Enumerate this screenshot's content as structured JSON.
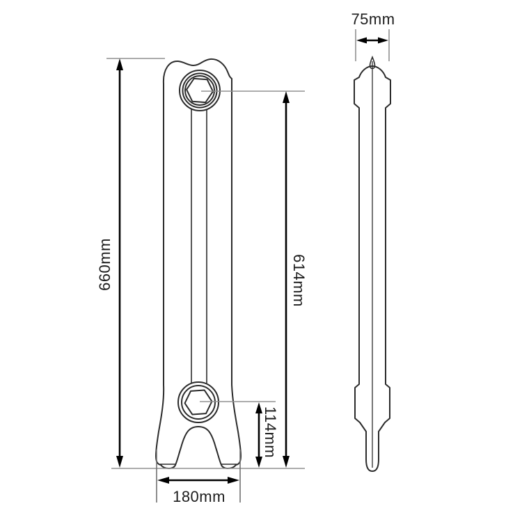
{
  "drawing": {
    "kind": "radiator-section-dimension-drawing",
    "views": {
      "front": "front-elevation",
      "side": "side-elevation"
    }
  },
  "dimensions": {
    "overall_height": "660mm",
    "depth": "75mm",
    "top_tapping_centre_to_floor": "614mm",
    "bottom_tapping_centre_to_floor": "114mm",
    "foot_base_width": "180mm"
  },
  "colors": {
    "background": "#ffffff",
    "outline": "#2b2b2b",
    "dimension_line": "#000000",
    "extension_line": "#909090",
    "label_text": "#1c1c1c"
  }
}
